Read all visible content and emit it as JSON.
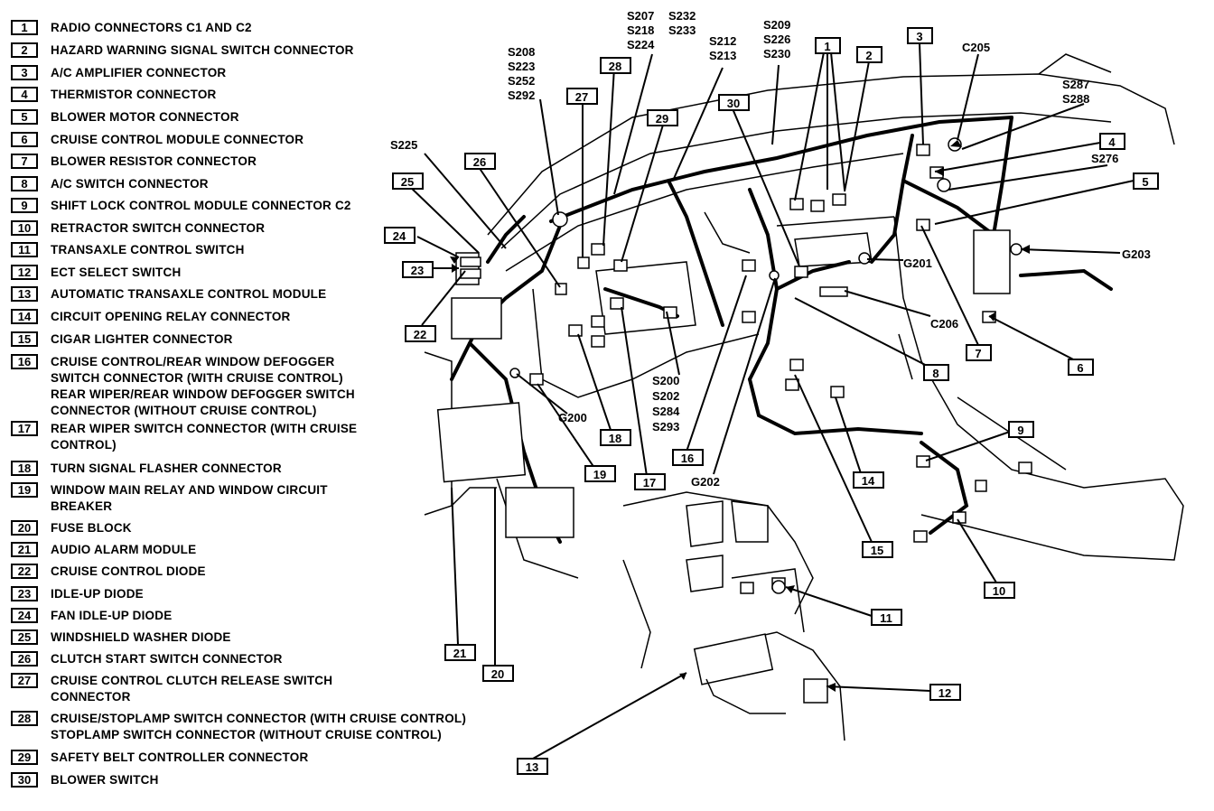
{
  "legend": [
    {
      "num": "1",
      "text": "RADIO CONNECTORS C1 AND C2"
    },
    {
      "num": "2",
      "text": "HAZARD WARNING SIGNAL SWITCH CONNECTOR"
    },
    {
      "num": "3",
      "text": "A/C AMPLIFIER CONNECTOR"
    },
    {
      "num": "4",
      "text": "THERMISTOR CONNECTOR"
    },
    {
      "num": "5",
      "text": "BLOWER MOTOR CONNECTOR"
    },
    {
      "num": "6",
      "text": "CRUISE CONTROL MODULE CONNECTOR"
    },
    {
      "num": "7",
      "text": "BLOWER RESISTOR CONNECTOR"
    },
    {
      "num": "8",
      "text": "A/C SWITCH CONNECTOR"
    },
    {
      "num": "9",
      "text": "SHIFT LOCK CONTROL MODULE CONNECTOR C2"
    },
    {
      "num": "10",
      "text": "RETRACTOR SWITCH CONNECTOR"
    },
    {
      "num": "11",
      "text": "TRANSAXLE CONTROL SWITCH"
    },
    {
      "num": "12",
      "text": "ECT SELECT SWITCH"
    },
    {
      "num": "13",
      "text": "AUTOMATIC TRANSAXLE CONTROL MODULE"
    },
    {
      "num": "14",
      "text": "CIRCUIT OPENING RELAY CONNECTOR"
    },
    {
      "num": "15",
      "text": "CIGAR LIGHTER CONNECTOR"
    },
    {
      "num": "16",
      "text": "CRUISE CONTROL/REAR WINDOW DEFOGGER\nSWITCH CONNECTOR (WITH CRUISE CONTROL)\nREAR WIPER/REAR WINDOW DEFOGGER SWITCH\nCONNECTOR (WITHOUT CRUISE CONTROL)"
    },
    {
      "num": "17",
      "text": "REAR WIPER SWITCH CONNECTOR (WITH CRUISE\nCONTROL)"
    },
    {
      "num": "18",
      "text": "TURN SIGNAL FLASHER CONNECTOR"
    },
    {
      "num": "19",
      "text": "WINDOW MAIN RELAY AND WINDOW CIRCUIT\nBREAKER"
    },
    {
      "num": "20",
      "text": "FUSE BLOCK"
    },
    {
      "num": "21",
      "text": "AUDIO ALARM MODULE"
    },
    {
      "num": "22",
      "text": "CRUISE CONTROL DIODE"
    },
    {
      "num": "23",
      "text": "IDLE-UP DIODE"
    },
    {
      "num": "24",
      "text": "FAN IDLE-UP DIODE"
    },
    {
      "num": "25",
      "text": "WINDSHIELD WASHER DIODE"
    },
    {
      "num": "26",
      "text": "CLUTCH START SWITCH CONNECTOR"
    },
    {
      "num": "27",
      "text": "CRUISE CONTROL CLUTCH RELEASE SWITCH\nCONNECTOR"
    },
    {
      "num": "28",
      "text": "CRUISE/STOPLAMP SWITCH CONNECTOR (WITH CRUISE CONTROL)\nSTOPLAMP SWITCH CONNECTOR (WITHOUT CRUISE CONTROL)"
    },
    {
      "num": "29",
      "text": "SAFETY BELT CONTROLLER CONNECTOR"
    },
    {
      "num": "30",
      "text": "BLOWER SWITCH"
    }
  ],
  "callouts": {
    "c1": "1",
    "c2": "2",
    "c3": "3",
    "c4": "4",
    "c5": "5",
    "c6": "6",
    "c7": "7",
    "c8": "8",
    "c9": "9",
    "c10": "10",
    "c11": "11",
    "c12": "12",
    "c13": "13",
    "c14": "14",
    "c15": "15",
    "c16": "16",
    "c17": "17",
    "c18": "18",
    "c19": "19",
    "c20": "20",
    "c21": "21",
    "c22": "22",
    "c23": "23",
    "c24": "24",
    "c25": "25",
    "c26": "26",
    "c27": "27",
    "c28": "28",
    "c29": "29",
    "c30": "30"
  },
  "splices": {
    "s_a1": "S208",
    "s_a2": "S223",
    "s_a3": "S252",
    "s_a4": "S292",
    "s_b1": "S207",
    "s_b2": "S218",
    "s_b3": "S224",
    "s_c1": "S232",
    "s_c2": "S233",
    "s_d1": "S212",
    "s_d2": "S213",
    "s_e1": "S209",
    "s_e2": "S226",
    "s_e3": "S230",
    "s_f1": "S225",
    "s_g1": "S287",
    "s_g2": "S288",
    "s_h1": "S276",
    "s_i1": "S200",
    "s_i2": "S202",
    "s_i3": "S284",
    "s_i4": "S293"
  },
  "grounds_connectors": {
    "c205": "C205",
    "c206": "C206",
    "g201": "G201",
    "g203": "G203",
    "g200": "G200",
    "g202": "G202"
  }
}
